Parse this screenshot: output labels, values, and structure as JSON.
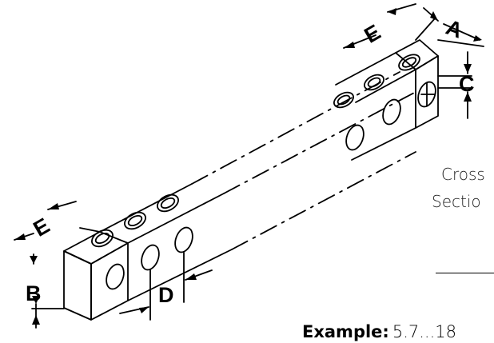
{
  "diagram": {
    "dimension_labels": {
      "a": "A",
      "b": "B",
      "c": "C",
      "d": "D",
      "e_top": "E",
      "e_left": "E"
    },
    "side_text": {
      "line1": "Cross",
      "line2": "Sectio"
    },
    "example": {
      "label": "Example:",
      "values": "5.7...18"
    },
    "colors": {
      "line": "#000000",
      "background": "#ffffff"
    }
  }
}
